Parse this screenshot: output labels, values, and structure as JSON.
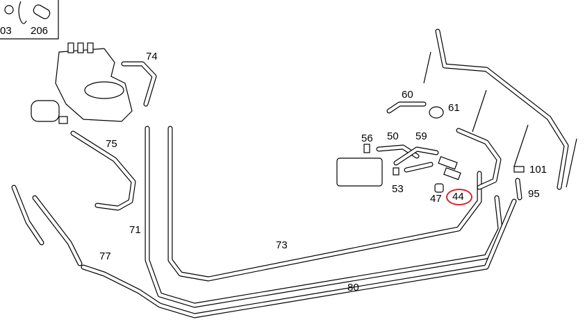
{
  "diagram": {
    "inset_labels": [
      "03",
      "206"
    ],
    "part_labels": {
      "p74": "74",
      "p75": "75",
      "p71": "71",
      "p73": "73",
      "p77": "77",
      "p80": "80",
      "p60": "60",
      "p61": "61",
      "p56": "56",
      "p50": "50",
      "p59": "59",
      "p53": "53",
      "p47": "47",
      "p44": "44",
      "p101": "101",
      "p95": "95"
    },
    "highlighted_part": "44",
    "highlight_color": "#d9232e"
  }
}
